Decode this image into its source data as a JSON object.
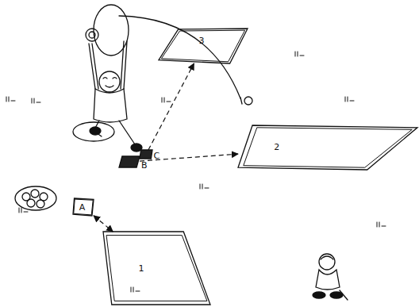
{
  "diagram": {
    "nodes": [
      {
        "text": [
          "3"
        ]
      },
      {
        "text": [
          "C"
        ]
      },
      {
        "text": [
          "B"
        ]
      },
      {
        "text": [
          "2"
        ]
      },
      {
        "text": [
          "A"
        ]
      },
      {
        "text": [
          "1"
        ]
      }
    ],
    "edges": [
      {
        "from": 1,
        "to": 0,
        "arrow": "to"
      },
      {
        "from": 2,
        "to": 3,
        "arrow": "to"
      },
      {
        "from": 4,
        "to": 5,
        "arrow": "both"
      }
    ]
  }
}
